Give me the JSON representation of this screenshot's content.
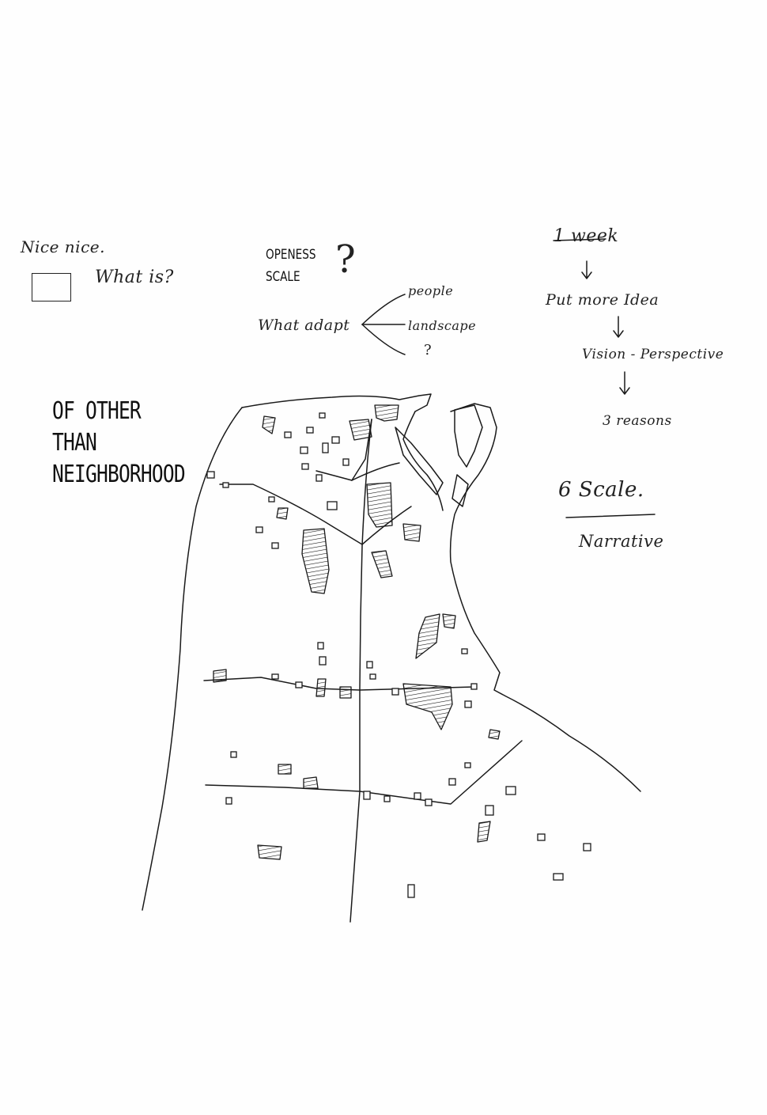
{
  "notes_left": {
    "line1": "Nice nice.",
    "line2": "What is?"
  },
  "notes_center": {
    "openness": "OPENESS",
    "scale": "SCALE",
    "question": "?",
    "what_adapt": "What adapt",
    "branches": [
      "people",
      "landscape",
      "?"
    ]
  },
  "notes_right": {
    "step1": "1 week",
    "step2": "Put more Idea",
    "step3": "Vision - Perspective",
    "step4": "3 reasons",
    "scale": "6 Scale.",
    "narrative": "Narrative"
  },
  "title": {
    "line1": "OF OTHER",
    "line2": "THAN",
    "line3": "NEIGHBORHOOD"
  },
  "colors": {
    "ink": "#1a1a1a",
    "paper": "#fefefe"
  }
}
